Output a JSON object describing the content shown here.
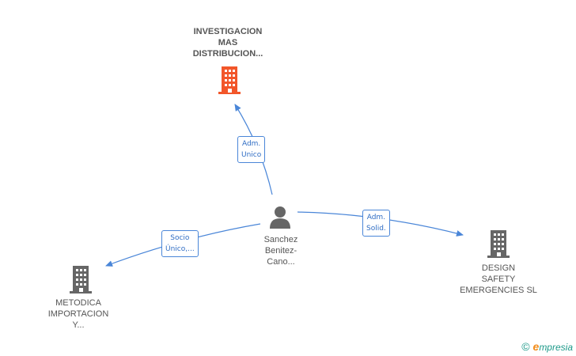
{
  "nodes": {
    "top": {
      "label": "INVESTIGACION\nMAS\nDISTRIBUCION...",
      "color": "#f2562a",
      "type": "company",
      "highlight": true
    },
    "center": {
      "label": "Sanchez\nBenitez-\nCano...",
      "color": "#666666",
      "type": "person"
    },
    "right": {
      "label": "DESIGN\nSAFETY\nEMERGENCIES SL",
      "color": "#666666",
      "type": "company"
    },
    "left": {
      "label": "METODICA\nIMPORTACION\nY...",
      "color": "#666666",
      "type": "company"
    }
  },
  "edges": {
    "to_top": {
      "label": "Adm.\nUnico"
    },
    "to_right": {
      "label": "Adm.\nSolid."
    },
    "to_left": {
      "label": "Socio\nÚnico,..."
    }
  },
  "colors": {
    "edge": "#4a86d8",
    "accent": "#f2562a"
  },
  "watermark": {
    "copyright": "©",
    "brand_initial": "e",
    "brand_rest": "mpresia"
  }
}
